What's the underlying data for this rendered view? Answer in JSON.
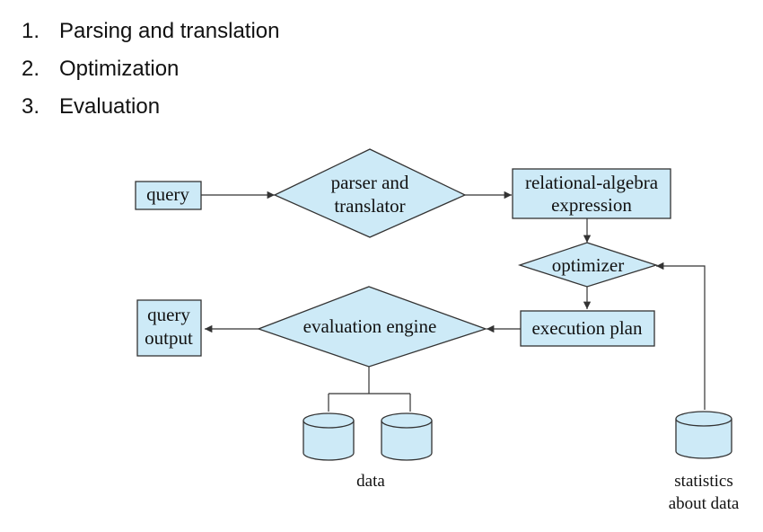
{
  "steps": [
    {
      "num": "1.",
      "text": "Parsing and translation"
    },
    {
      "num": "2.",
      "text": "Optimization"
    },
    {
      "num": "3.",
      "text": "Evaluation"
    }
  ],
  "diagram": {
    "query": "query",
    "parser_line1": "parser and",
    "parser_line2": "translator",
    "ra_line1": "relational-algebra",
    "ra_line2": "expression",
    "optimizer": "optimizer",
    "execution_plan": "execution plan",
    "evaluation_engine": "evaluation engine",
    "output_line1": "query",
    "output_line2": "output",
    "data": "data",
    "stats_line1": "statistics",
    "stats_line2": "about data"
  },
  "colors": {
    "node_fill": "#cdeaf7",
    "stroke": "#333333"
  }
}
